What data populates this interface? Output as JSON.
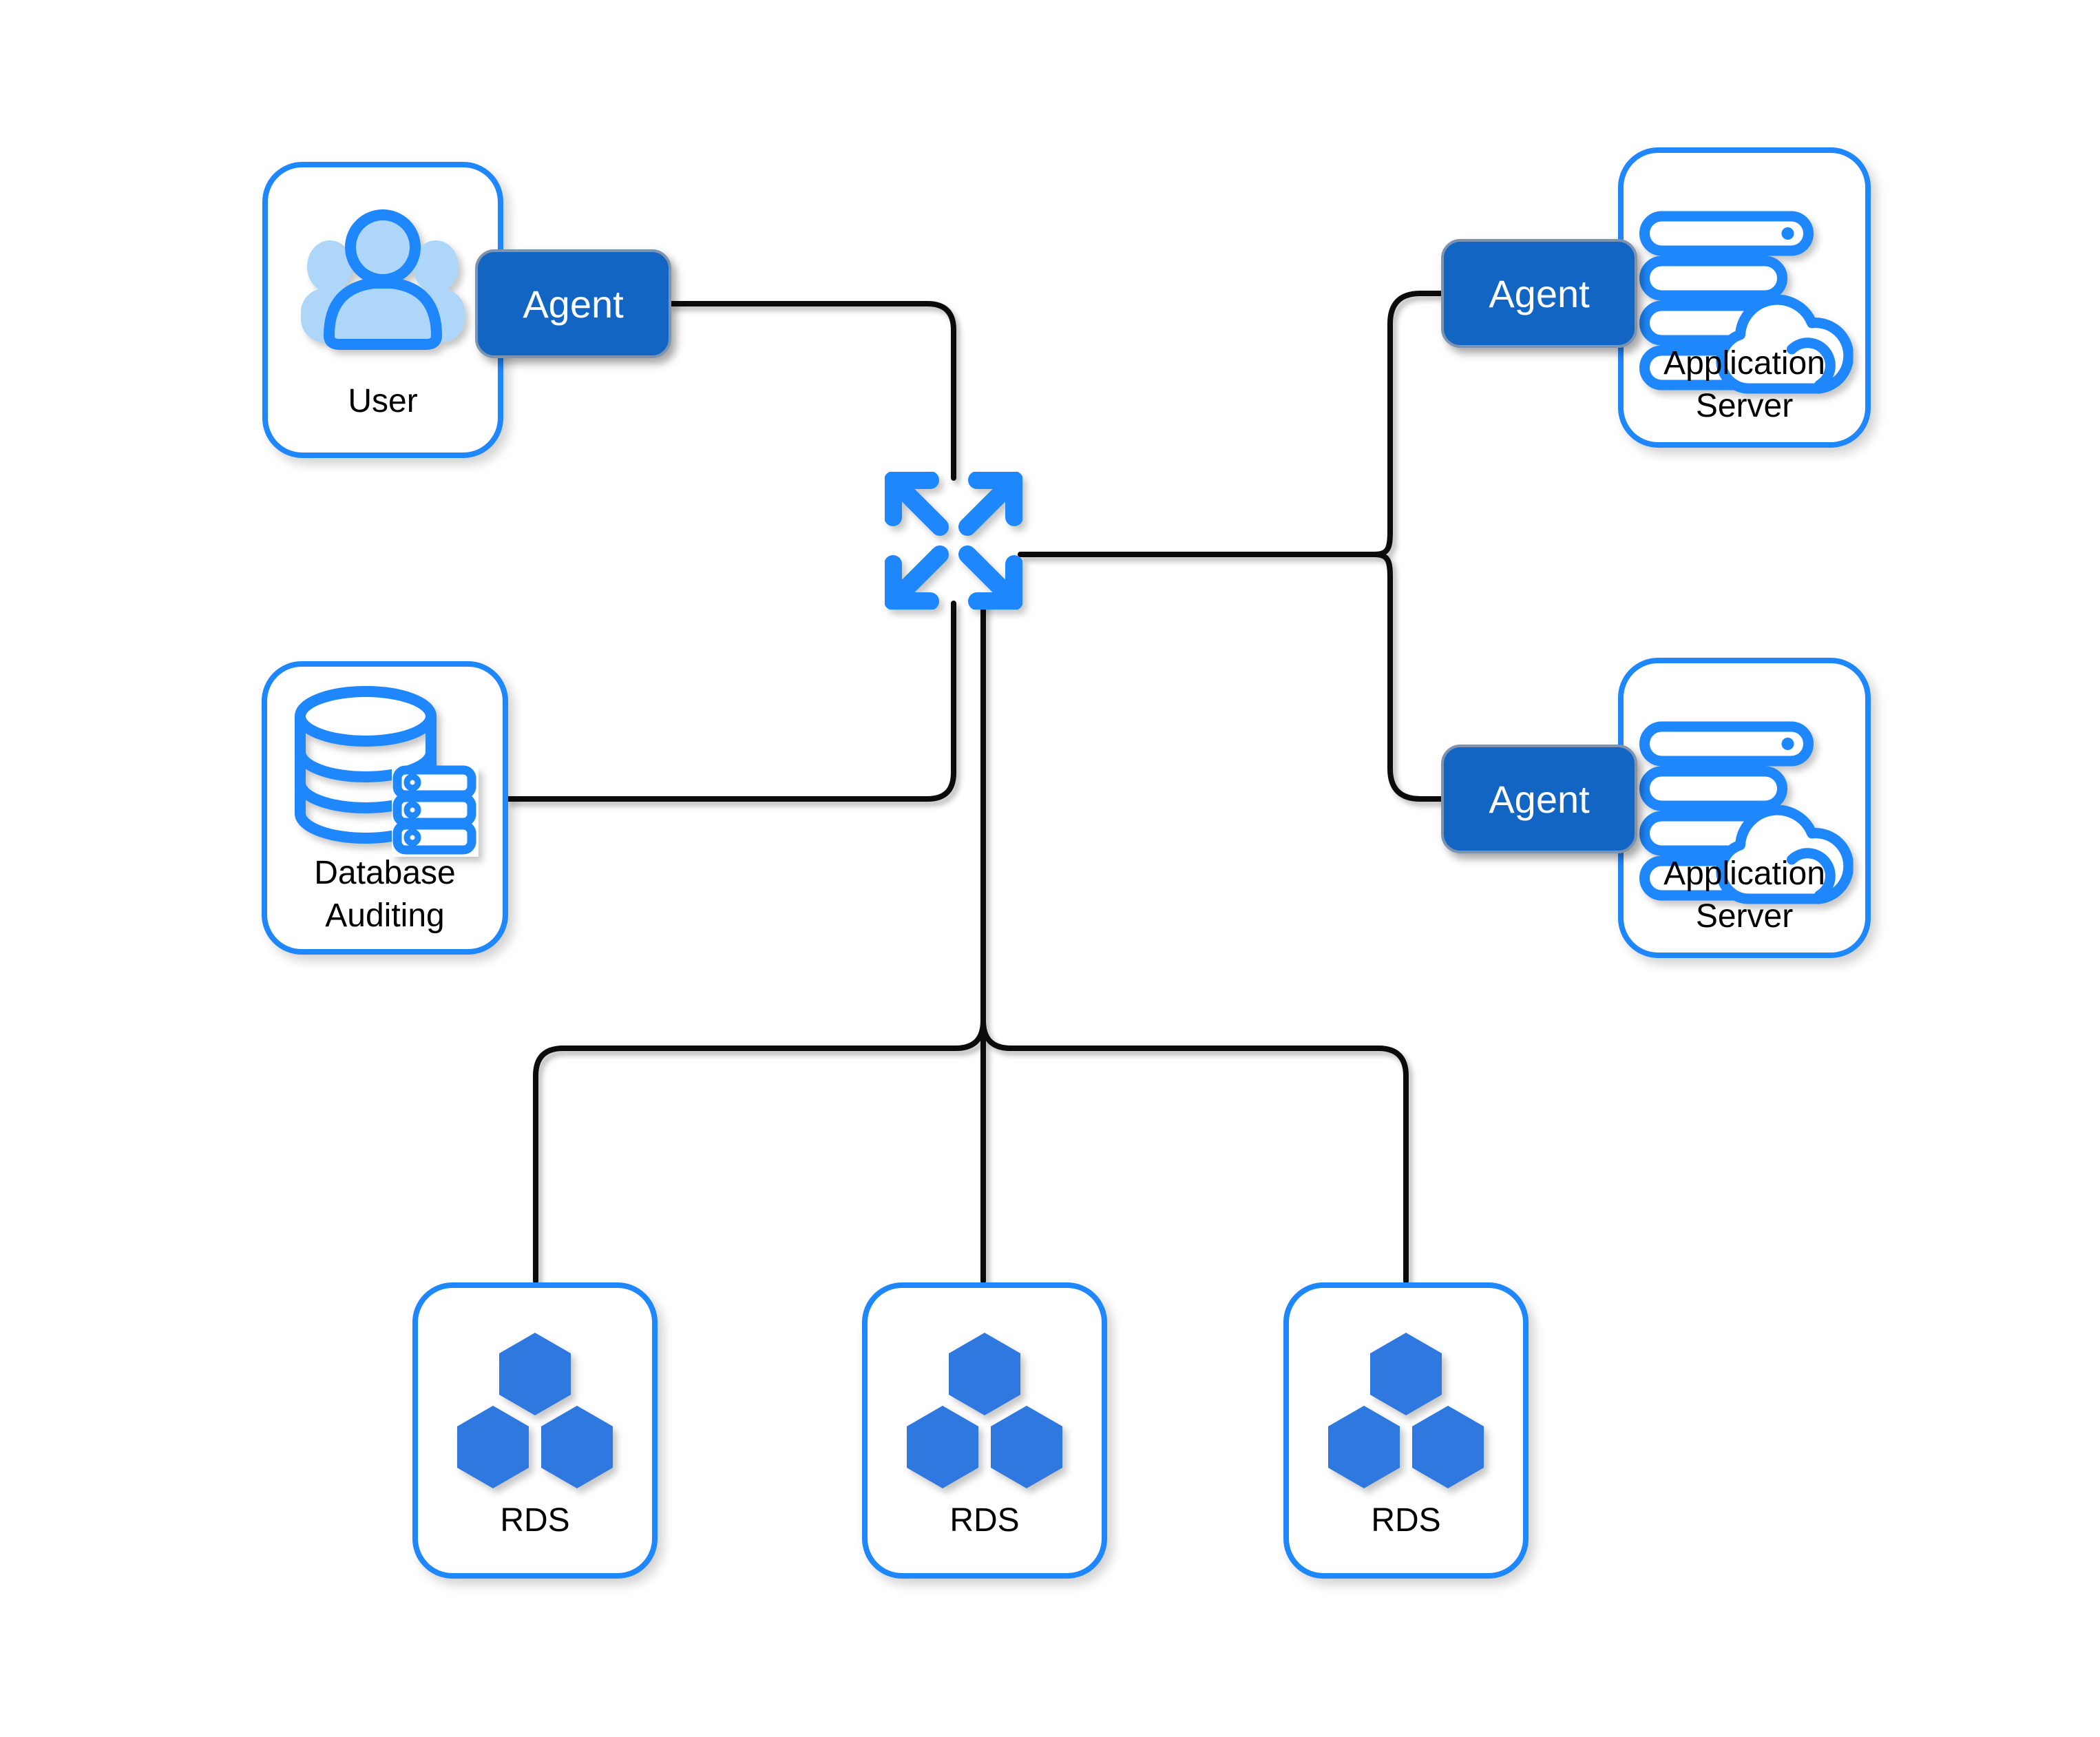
{
  "diagram": {
    "nodes": {
      "user": {
        "label": "User",
        "icon": "users-icon"
      },
      "database_auditing": {
        "lines": [
          "Database",
          "Auditing"
        ],
        "icon": "database-server-icon"
      },
      "app_server_top": {
        "lines": [
          "Application",
          "Server"
        ],
        "icon": "server-cloud-icon"
      },
      "app_server_bottom": {
        "lines": [
          "Application",
          "Server"
        ],
        "icon": "server-cloud-icon"
      },
      "rds_left": {
        "label": "RDS",
        "icon": "hexagon-cluster-icon"
      },
      "rds_middle": {
        "label": "RDS",
        "icon": "hexagon-cluster-icon"
      },
      "rds_right": {
        "label": "RDS",
        "icon": "hexagon-cluster-icon"
      }
    },
    "badges": {
      "agent_user": {
        "label": "Agent"
      },
      "agent_app_top": {
        "label": "Agent"
      },
      "agent_app_bottom": {
        "label": "Agent"
      }
    },
    "hub": {
      "icon": "expand-arrows-icon"
    }
  },
  "colors": {
    "accent_blue": "#1E87FB",
    "icon_fill_blue": "#2E78E0",
    "badge_blue": "#1365C4",
    "badge_border": "#7E93AD",
    "person_fill": "#AED6F8",
    "connector_black": "#0B0B0B"
  }
}
